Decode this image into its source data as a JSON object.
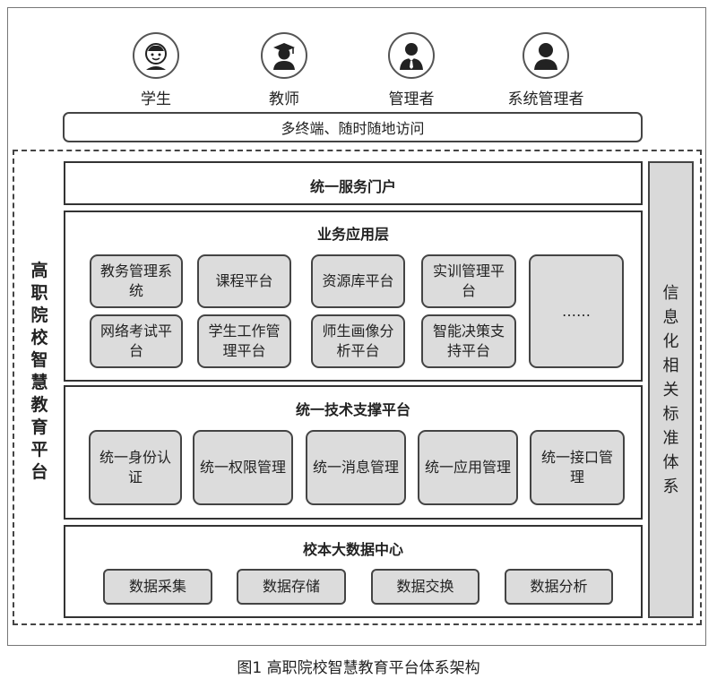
{
  "users": [
    {
      "label": "学生",
      "icon": "student-icon"
    },
    {
      "label": "教师",
      "icon": "teacher-icon"
    },
    {
      "label": "管理者",
      "icon": "manager-icon"
    },
    {
      "label": "系统管理者",
      "icon": "system-admin-icon"
    }
  ],
  "access_bar": "多终端、随时随地访问",
  "platform_name": "高职院校智慧教育平台",
  "portal": {
    "title": "统一服务门户"
  },
  "business_layer": {
    "title": "业务应用层",
    "items": [
      "教务管理系统",
      "课程平台",
      "资源库平台",
      "实训管理平台",
      "网络考试平台",
      "学生工作管理平台",
      "师生画像分析平台",
      "智能决策支持平台",
      "……"
    ]
  },
  "tech_layer": {
    "title": "统一技术支撑平台",
    "items": [
      "统一身份认证",
      "统一权限管理",
      "统一消息管理",
      "统一应用管理",
      "统一接口管理"
    ]
  },
  "data_layer": {
    "title": "校本大数据中心",
    "items": [
      "数据采集",
      "数据存储",
      "数据交换",
      "数据分析"
    ]
  },
  "standards": "信息化相关标准体系",
  "caption": "图1 高职院校智慧教育平台体系架构"
}
